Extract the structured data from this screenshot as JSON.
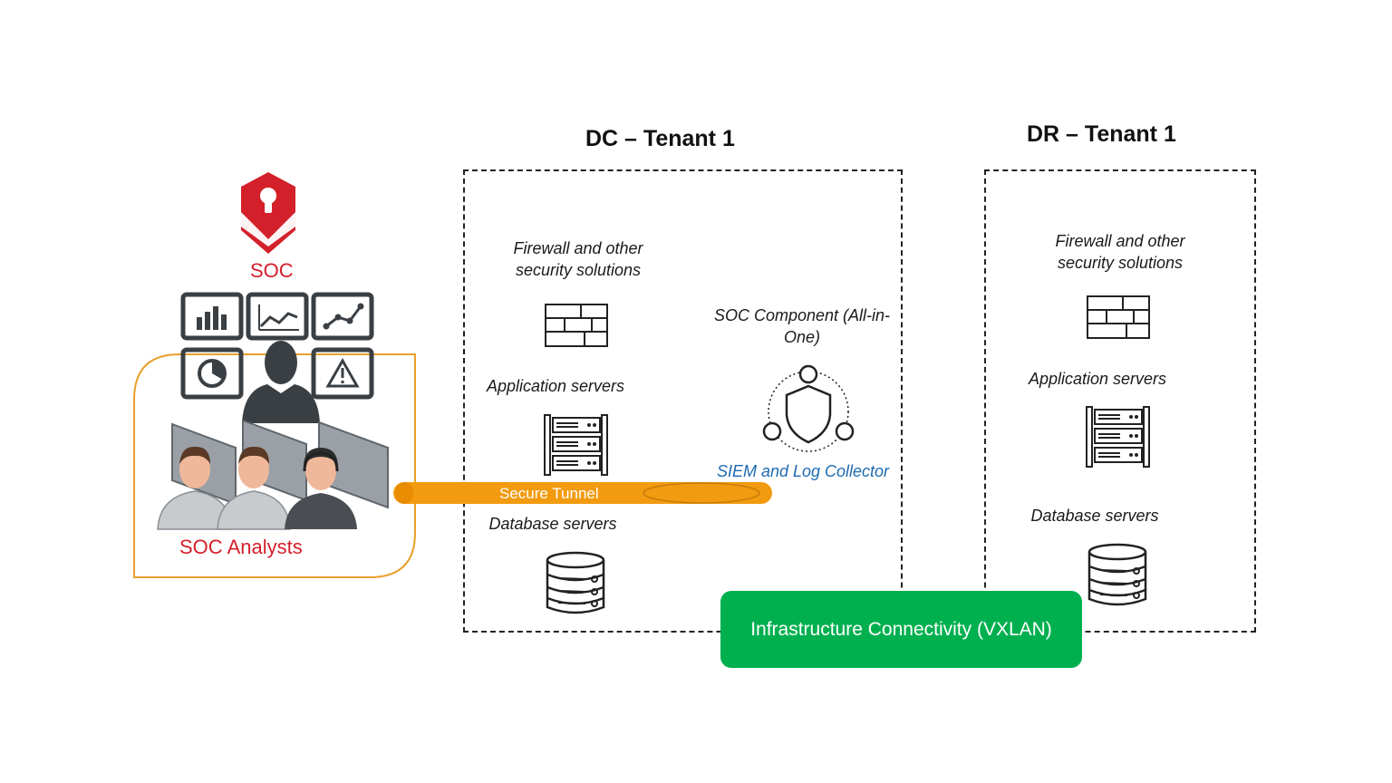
{
  "soc": {
    "logo_text": "SOC",
    "analysts_label": "SOC Analysts"
  },
  "dc_tenant": {
    "title": "DC – Tenant 1",
    "firewall_label_line1": "Firewall and other",
    "firewall_label_line2": "security solutions",
    "app_servers_label": "Application servers",
    "db_servers_label": "Database servers",
    "soc_component_line1": "SOC Component (All-in-",
    "soc_component_line2": "One)",
    "siem_label": "SIEM and Log Collector"
  },
  "dr_tenant": {
    "title": "DR – Tenant 1",
    "firewall_label_line1": "Firewall and other",
    "firewall_label_line2": "security solutions",
    "app_servers_label": "Application servers",
    "db_servers_label": "Database servers"
  },
  "connections": {
    "secure_tunnel": "Secure Tunnel",
    "infrastructure": "Infrastructure Connectivity (VXLAN)"
  },
  "colors": {
    "soc_red": "#d4202a",
    "tunnel_orange": "#f29b10",
    "vxlan_green": "#00b04f",
    "siem_blue": "#1e6bb0",
    "analyst_frame": "#e9a02c",
    "monitor_dark": "#3a3f44"
  },
  "icons": [
    "soc-shield-logo",
    "monitor-wall",
    "analyst-silhouette",
    "analysts-group",
    "firewall-brick",
    "server-rack",
    "database-cylinder",
    "siem-shield-network"
  ]
}
